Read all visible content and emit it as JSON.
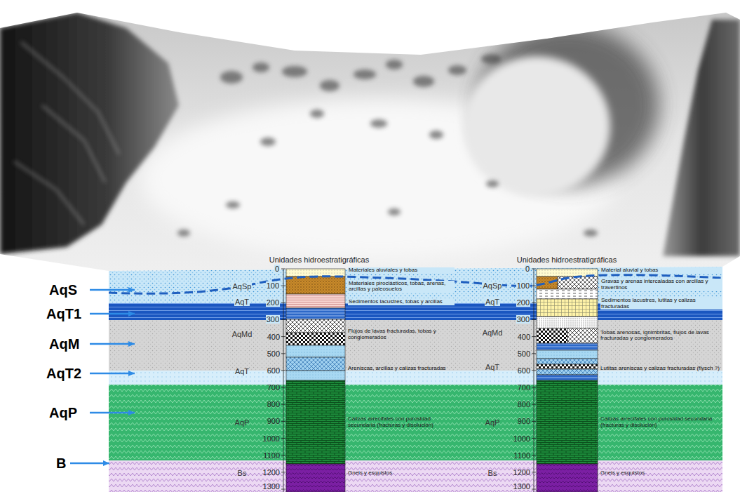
{
  "diagram": {
    "labels": [
      "Unidades hidroestratigráficas",
      "Unidades hidroestratigráficas",
      "AqS",
      "AqT1",
      "AqM",
      "AqT2",
      "AqP",
      "B",
      "0",
      "100",
      "200",
      "300",
      "400",
      "500",
      "600",
      "700",
      "800",
      "900",
      "1000",
      "1100",
      "1200",
      "1300",
      "0",
      "100",
      "200",
      "300",
      "400",
      "500",
      "600",
      "700",
      "800",
      "900",
      "1000",
      "1100",
      "1200",
      "1300",
      "AqSp",
      "AqT",
      "AqMd",
      "AqT",
      "AqP",
      "Bs",
      "AqSp",
      "AqT",
      "AqMd",
      "AqT",
      "AqP",
      "Bs",
      "Materiales aluviales y tobas",
      "Materiales piroclásticos, tobas, arenas, arcillas y paleosuelos",
      "Sedimentos lacustres, tobas y arcillas",
      "Flujos de lavas fracturadas, tobas y conglomerados",
      "Areniscas, arcillas y calizas fracturadas",
      "Calizas arrecifales con porosidad secundaria (fracturas y disolución)",
      "Gneis y esquistos",
      "Material aluvial y tobas",
      "Gravas y arenas intercaladas con arcillas y travertinos",
      "Sedimentos lacustres, lutitas y calizas fracturadas",
      "Tobas arenosas, ignimbritas, flujos de lavas fracturadas y conglomerados",
      "Lutitas areniscas y calizas fracturadas (flysch ?)",
      "Calizas arrecifales con porosidad secundaria (fracturas y disolución)",
      "Gneis y esquistos"
    ]
  }
}
